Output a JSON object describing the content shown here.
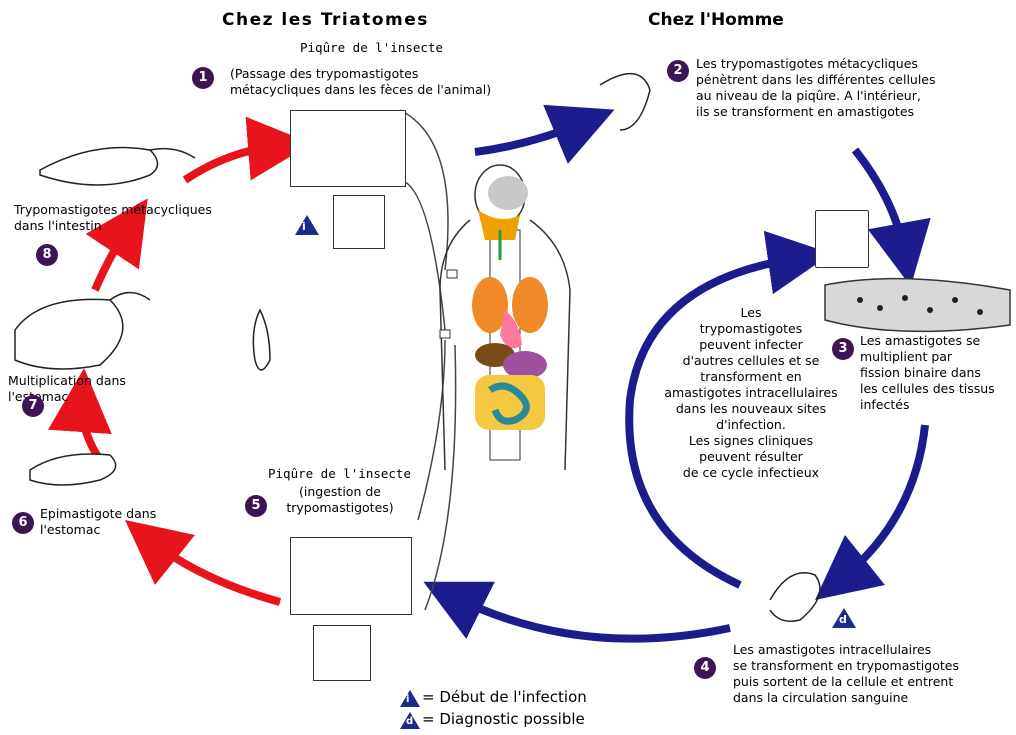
{
  "headings": {
    "insect": "Chez les Triatomes",
    "human": "Chez l'Homme"
  },
  "steps": {
    "s1": {
      "num": "1",
      "title": "Piqûre de l'insecte",
      "text": "(Passage des trypomastigotes\nmétacycliques  dans les fèces de l'animal)"
    },
    "s2": {
      "num": "2",
      "text": "Les trypomastigotes métacycliques\npénètrent dans les différentes cellules\nau niveau de la piqûre. A l'intérieur,\nils se transforment en amastigotes"
    },
    "s3": {
      "num": "3",
      "text": "Les amastigotes se\nmultiplient par\nfission binaire dans\nles cellules des tissus\ninfectés"
    },
    "s4": {
      "num": "4",
      "text": "Les amastigotes intracellulaires\nse transforment en trypomastigotes\npuis sortent de la cellule et entrent\ndans la circulation sanguine"
    },
    "s5": {
      "num": "5",
      "title": "Piqûre de l'insecte",
      "text": "(ingestion de\ntrypomastigotes)"
    },
    "s6": {
      "num": "6",
      "text": "Epimastigote dans\nl'estomac"
    },
    "s7": {
      "num": "7",
      "text": "Multiplication dans\n            l'estomac"
    },
    "s8": {
      "num": "8",
      "text": "Trypomastigotes métacycliques\ndans l'intestin"
    }
  },
  "center_note": "Les\ntrypomastigotes\npeuvent infecter\nd'autres cellules et se\ntransforment en\namastigotes intracellulaires\ndans les nouveaux sites\nd'infection.\nLes signes cliniques\npeuvent résulter\nde ce cycle infectieux",
  "markers": {
    "infection": "i",
    "diagnostic": "d"
  },
  "legend": {
    "infection": "= Début de l'infection",
    "diagnostic": "= Diagnostic possible"
  },
  "colors": {
    "insect_arrows": "#e8141c",
    "human_arrows": "#1c1c8c",
    "badge": "#3d1555",
    "marker": "#1c2a8c"
  }
}
